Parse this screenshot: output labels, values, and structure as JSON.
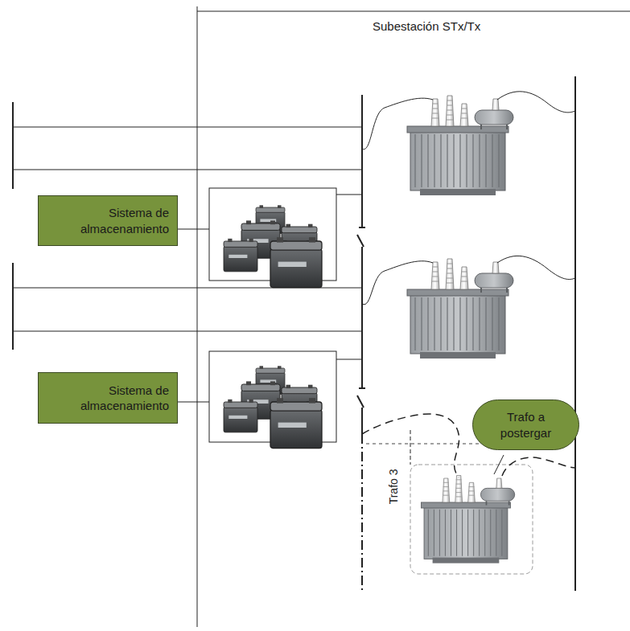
{
  "diagram": {
    "nodes": [
      {
        "text": [
          "Sistema de almacenamiento"
        ]
      },
      {
        "text": [
          "Sistema de almacenamiento"
        ]
      },
      {
        "text": [
          "Trafo a postergar"
        ]
      }
    ],
    "labels": [
      "Subestación STx/Tx",
      "Trafo 3"
    ]
  }
}
